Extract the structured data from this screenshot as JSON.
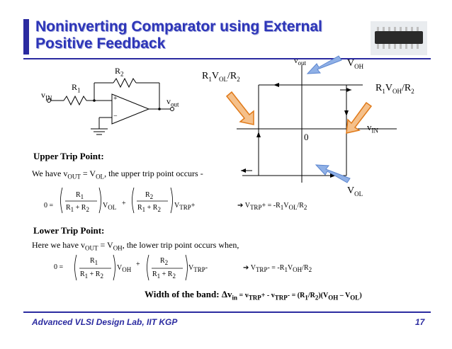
{
  "header": {
    "title_line1": "Noninverting Comparator using External",
    "title_line2": "Positive Feedback"
  },
  "circuit": {
    "r2": "R",
    "r2_sub": "2",
    "r1": "R",
    "r1_sub": "1",
    "vin": "v",
    "vin_sub": "IN",
    "vout": "v",
    "vout_sub": "out",
    "plus": "+",
    "minus": "−"
  },
  "graph": {
    "vout_axis": "v",
    "vout_axis_sub": "out",
    "voh": "V",
    "voh_sub": "OH",
    "vol": "V",
    "vol_sub": "OL",
    "vin_axis": "v",
    "vin_axis_sub": "IN",
    "origin": "0",
    "left_label": {
      "a": "R",
      "a_sub": "1",
      "b": "V",
      "b_sub": "OL",
      "c": "/R",
      "c_sub": "2"
    },
    "right_label": {
      "a": "R",
      "a_sub": "1",
      "b": "V",
      "b_sub": "OH",
      "c": "/R",
      "c_sub": "2"
    }
  },
  "upper": {
    "heading": "Upper Trip Point:",
    "sentence_a": "We have v",
    "sentence_a_sub": "OUT",
    "sentence_b": " = V",
    "sentence_b_sub": "OL",
    "sentence_c": ", the upper trip point occurs -",
    "eq_lhs": "0 =",
    "frac1_num": "R",
    "frac1_num_sub": "1",
    "frac1_den": "R",
    "frac1_den_sub1": "1",
    "frac1_den_mid": " + R",
    "frac1_den_sub2": "2",
    "term1": "V",
    "term1_sub": "OL",
    "plus": "+",
    "frac2_num": "R",
    "frac2_num_sub": "2",
    "frac2_den": "R",
    "frac2_den_sub1": "1",
    "frac2_den_mid": " + R",
    "frac2_den_sub2": "2",
    "term2": "V",
    "term2_sub": "TRP",
    "term2_sign": "+",
    "result_arrow": "➔",
    "result_a": " V",
    "result_a_sub": "TRP",
    "result_b": "+ = -R",
    "result_b_sub": "1",
    "result_c": "V",
    "result_c_sub": "OL",
    "result_d": "/R",
    "result_d_sub": "2"
  },
  "lower": {
    "heading": "Lower Trip Point:",
    "sentence_a": "Here we have v",
    "sentence_a_sub": "OUT",
    "sentence_b": " = V",
    "sentence_b_sub": "OH",
    "sentence_c": ", the lower trip point occurs when,",
    "eq_lhs": "0 =",
    "frac1_num": "R",
    "frac1_num_sub": "1",
    "frac1_den": "R",
    "frac1_den_sub1": "1",
    "frac1_den_mid": " + R",
    "frac1_den_sub2": "2",
    "term1": "V",
    "term1_sub": "OH",
    "plus": "+",
    "frac2_num": "R",
    "frac2_num_sub": "2",
    "frac2_den": "R",
    "frac2_den_sub1": "1",
    "frac2_den_mid": " + R",
    "frac2_den_sub2": "2",
    "term2": "V",
    "term2_sub": "TRP",
    "term2_sign": "-",
    "result_arrow": "➔",
    "result_a": " V",
    "result_a_sub": "TRP",
    "result_b": "- = -R",
    "result_b_sub": "1",
    "result_c": "V",
    "result_c_sub": "OH",
    "result_d": "/R",
    "result_d_sub": "2"
  },
  "band": {
    "label": "Width of the band:  Δv",
    "label_sub": "in",
    "eq_a": " = v",
    "eq_a_sub": "TRP",
    "eq_b": "+  -  v",
    "eq_b_sub": "TRP",
    "eq_c": "-  = (R",
    "eq_c_sub": "1",
    "eq_d": "/R",
    "eq_d_sub": "2",
    "eq_e": ")(V",
    "eq_e_sub": "OH",
    "eq_f": " – V",
    "eq_f_sub": "OL",
    "eq_g": ")"
  },
  "footer": {
    "text": "Advanced VLSI Design Lab, IIT KGP",
    "page": "17"
  },
  "colors": {
    "title": "#2d35b8",
    "arrow_fill": "#f5c08a",
    "arrow_stroke": "#e07a1a",
    "arrow_blue": "#8fb0e6"
  }
}
